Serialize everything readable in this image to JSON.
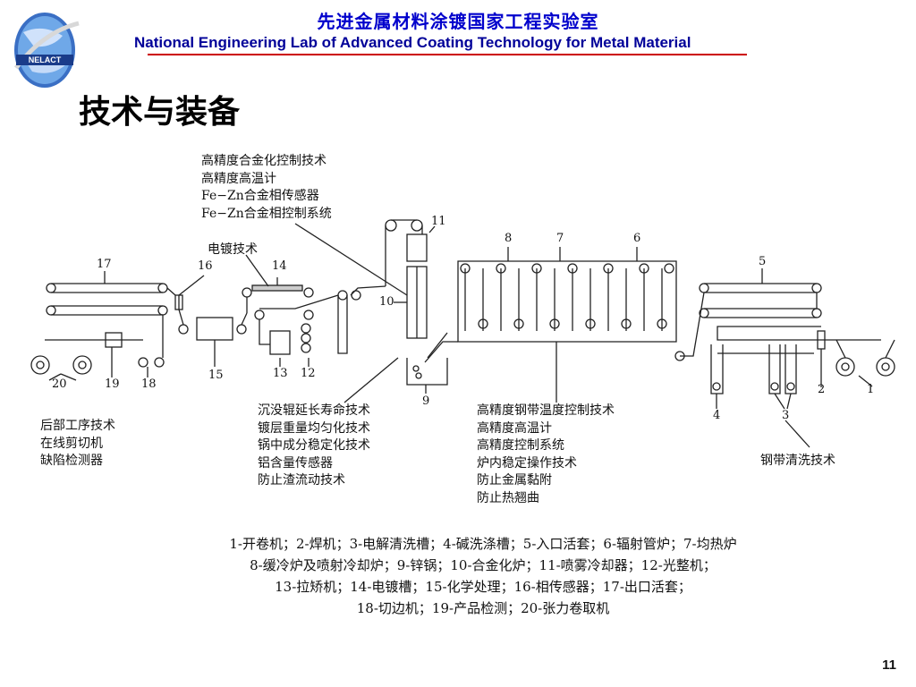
{
  "header": {
    "cn": "先进金属材料涂镀国家工程实验室",
    "en": "National Engineering Lab of Advanced Coating Technology for Metal Material",
    "logo_text": "NELACT"
  },
  "title": "技术与装备",
  "annotations": {
    "alloy_control": "高精度合金化控制技术\n高精度高温计\nFe−Zn合金相传感器\nFe−Zn合金相控制系统",
    "electroplating": "电镀技术",
    "post_process": "后部工序技术\n在线剪切机\n缺陷检测器",
    "zinc_pot": "沉没辊延长寿命技术\n镀层重量均匀化技术\n锅中成分稳定化技术\n铝含量传感器\n防止渣流动技术",
    "furnace": "高精度钢带温度控制技术\n高精度高温计\n高精度控制系统\n炉内稳定操作技术\n防止金属黏附\n防止热翘曲",
    "strip_cleaning": "钢带清洗技术"
  },
  "numbers": {
    "n1": "1",
    "n2": "2",
    "n3": "3",
    "n4": "4",
    "n5": "5",
    "n6": "6",
    "n7": "7",
    "n8": "8",
    "n9": "9",
    "n10": "10",
    "n11": "11",
    "n12": "12",
    "n13": "13",
    "n14": "14",
    "n15": "15",
    "n16": "16",
    "n17": "17",
    "n18": "18",
    "n19": "19",
    "n20": "20"
  },
  "legend": [
    "1-开卷机；2-焊机；3-电解清洗槽；4-碱洗涤槽；5-入口活套；6-辐射管炉；7-均热炉",
    "8-缓冷炉及喷射冷却炉；9-锌锅；10-合金化炉；11-喷雾冷却器；12-光整机；",
    "13-拉矫机；14-电镀槽；15-化学处理；16-相传感器；17-出口活套；",
    "18-切边机；19-产品检测；20-张力卷取机"
  ],
  "page_number": "11",
  "colors": {
    "header_blue": "#0000cc",
    "rule_red": "#cc0000"
  }
}
